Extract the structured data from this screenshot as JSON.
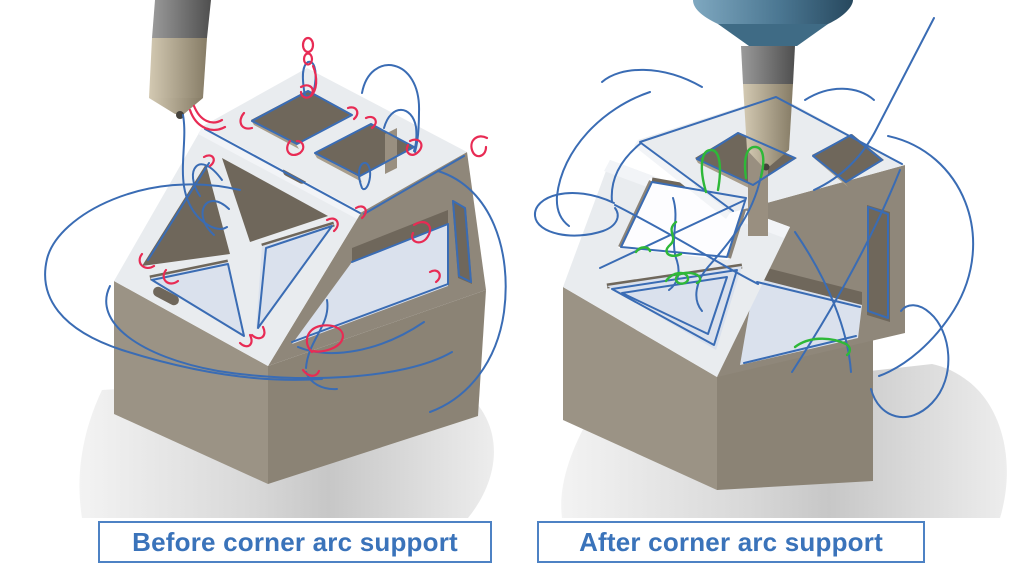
{
  "figure": {
    "type": "cam-toolpath-comparison",
    "panels": [
      {
        "id": "before",
        "caption": "Before corner arc support"
      },
      {
        "id": "after",
        "caption": "After corner arc support"
      }
    ]
  },
  "colors": {
    "toolpath_blue": "#3a6cb4",
    "corner_red": "#e82b54",
    "corner_green": "#2eb838",
    "caption_text": "#3a73ba",
    "caption_border": "#4d82c4",
    "part_light": "#e9ecef",
    "pocket_floor": "#dae1ed",
    "inner_wall": "#6f675b",
    "inner_wall_light": "#a89d8b",
    "inner_post": "#998f80",
    "part_face": "#8f877a",
    "stock_left": "#9b9385",
    "stock_right": "#8b8375",
    "tool_dark": "#6f6f6f",
    "tool_tan": "#b3a88f",
    "tool_tip": "#45423c",
    "holder_blue": "#4a7691",
    "pedestal_gray": "#d6d6d6"
  }
}
